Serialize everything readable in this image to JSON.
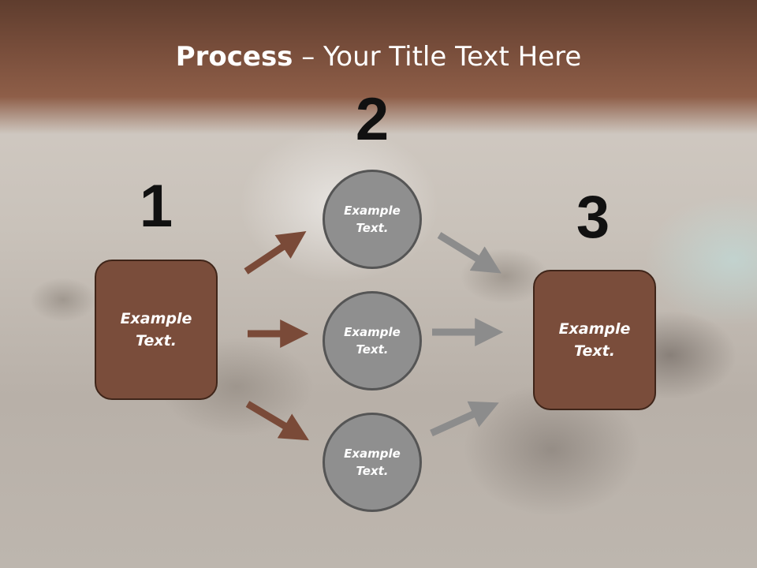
{
  "slide": {
    "title_bold": "Process",
    "title_rest": " – Your Title Text Here"
  },
  "steps": {
    "one": "1",
    "two": "2",
    "three": "3"
  },
  "left_box": {
    "line1": "Example",
    "line2": "Text."
  },
  "right_box": {
    "line1": "Example",
    "line2": "Text."
  },
  "circles": [
    {
      "line1": "Example",
      "line2": "Text."
    },
    {
      "line1": "Example",
      "line2": "Text."
    },
    {
      "line1": "Example",
      "line2": "Text."
    }
  ],
  "colors": {
    "banner": "#7a4f3c",
    "box_fill": "#7a4d3b",
    "circle_fill": "#8f8f8f",
    "arrow_brown": "#7a4a38",
    "arrow_gray": "#8c8c8c"
  }
}
